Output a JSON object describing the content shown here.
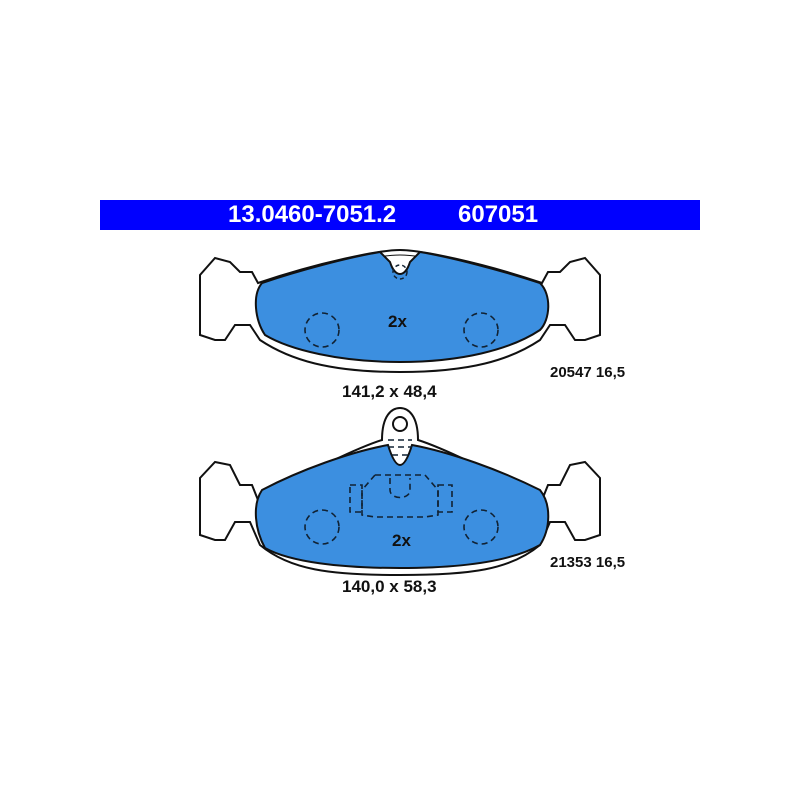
{
  "header": {
    "article_number": "13.0460-7051.2",
    "ref_number": "607051",
    "color": "#0000ff"
  },
  "pads": [
    {
      "quantity": "2x",
      "dimensions": "141,2 x 48,4",
      "wva": "20547 16,5"
    },
    {
      "quantity": "2x",
      "dimensions": "140,0 x 58,3",
      "wva": "21353 16,5"
    }
  ],
  "colors": {
    "friction": "#3c8fe0",
    "outline": "#111111"
  }
}
